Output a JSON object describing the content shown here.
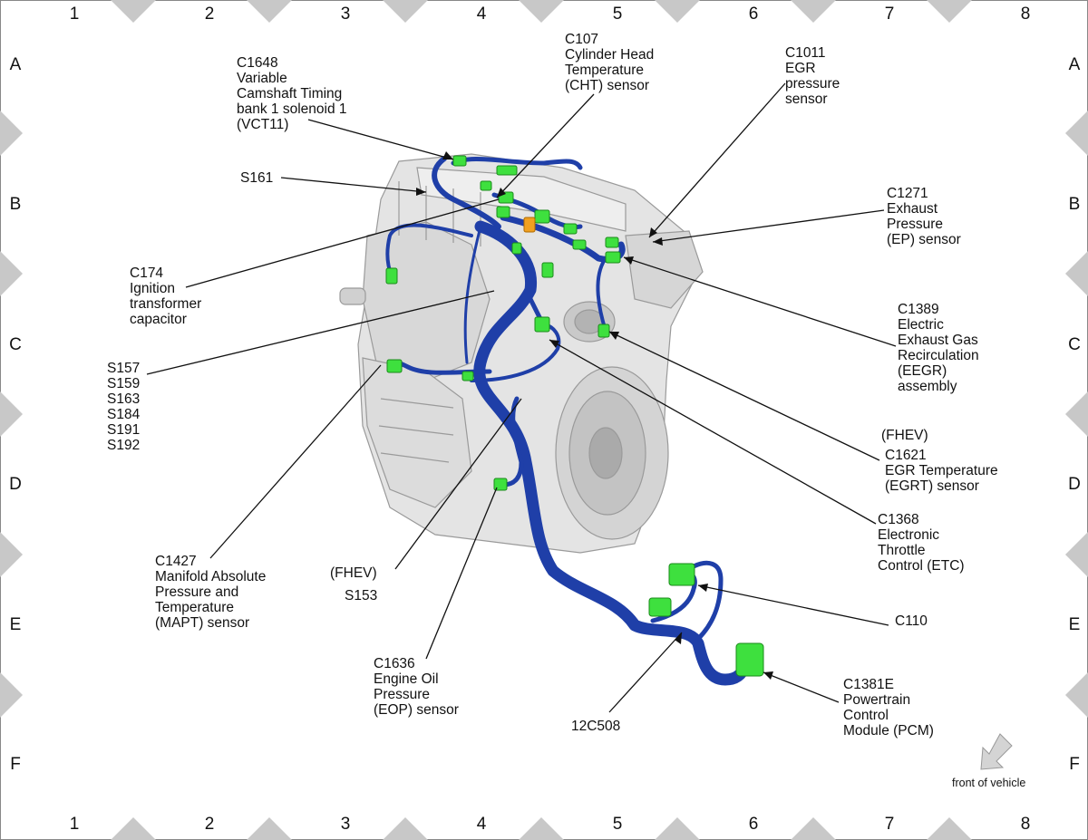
{
  "grid": {
    "columns": [
      "1",
      "2",
      "3",
      "4",
      "5",
      "6",
      "7",
      "8"
    ],
    "rows": [
      "A",
      "B",
      "C",
      "D",
      "E",
      "F"
    ]
  },
  "callouts": {
    "c1648": [
      "C1648",
      "Variable",
      "Camshaft Timing",
      "bank 1 solenoid 1",
      "(VCT11)"
    ],
    "c107": [
      "C107",
      "Cylinder Head",
      "Temperature",
      "(CHT) sensor"
    ],
    "c1011": [
      "C1011",
      "EGR",
      "pressure",
      "sensor"
    ],
    "s161": [
      "S161"
    ],
    "c1271": [
      "C1271",
      "Exhaust",
      "Pressure",
      "(EP) sensor"
    ],
    "c174": [
      "C174",
      "Ignition",
      "transformer",
      "capacitor"
    ],
    "c1389": [
      "C1389",
      "Electric",
      "Exhaust Gas",
      "Recirculation",
      "(EEGR)",
      "assembly"
    ],
    "splices": [
      "S157",
      "S159",
      "S163",
      "S184",
      "S191",
      "S192"
    ],
    "c1621": [
      "(FHEV)",
      "C1621",
      "EGR Temperature",
      "(EGRT) sensor"
    ],
    "c1368": [
      "C1368",
      "Electronic",
      "Throttle",
      "Control (ETC)"
    ],
    "c1427": [
      "C1427",
      "Manifold Absolute",
      "Pressure and",
      "Temperature",
      "(MAPT) sensor"
    ],
    "s153": [
      "(FHEV)",
      "S153"
    ],
    "c110": [
      "C110"
    ],
    "c1636": [
      "C1636",
      "Engine Oil",
      "Pressure",
      "(EOP) sensor"
    ],
    "h12c508": [
      "12C508"
    ],
    "c1381e": [
      "C1381E",
      "Powertrain",
      "Control",
      "Module (PCM)"
    ]
  },
  "direction_label": "front of vehicle",
  "colors": {
    "harness": "#1f3fa8",
    "connector": "#3ee03e",
    "engine_fill": "#e4e4e4",
    "border_marks": "#c8c8c8"
  },
  "icons": [
    "front-of-vehicle-arrow-icon"
  ]
}
